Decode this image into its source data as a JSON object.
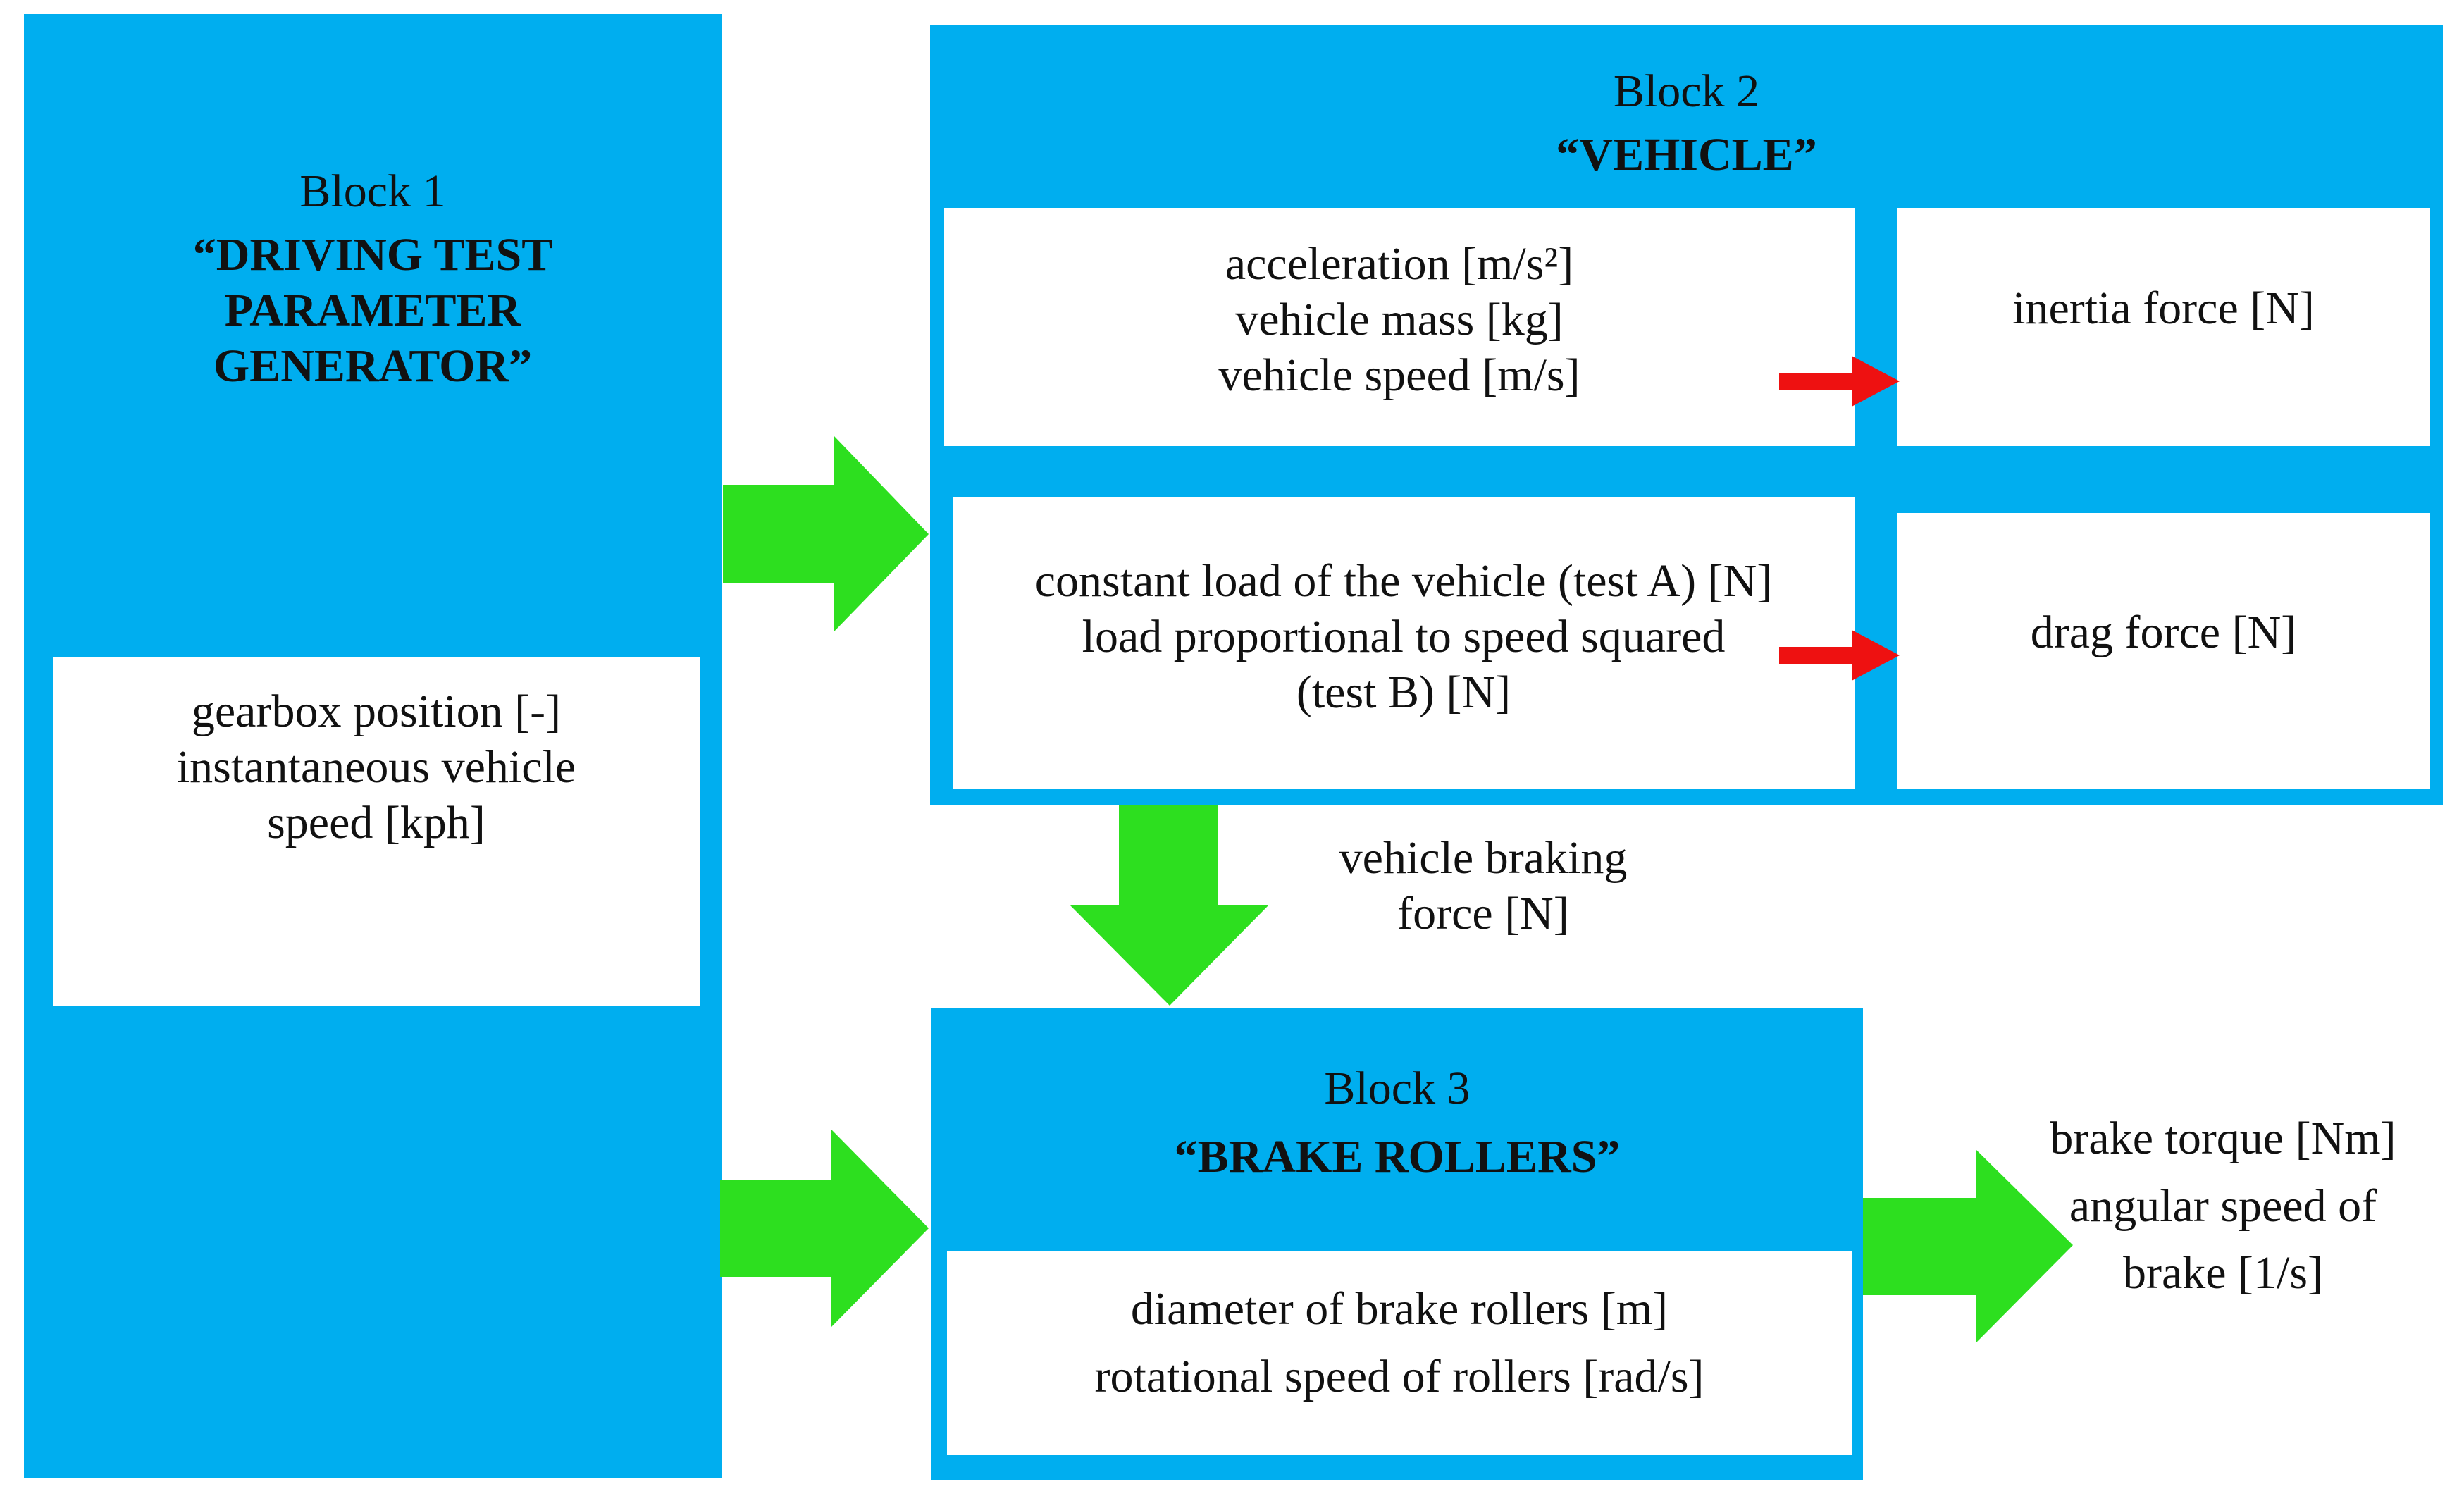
{
  "colors": {
    "block_fill": "#00aeef",
    "inner_fill": "#ffffff",
    "flow_arrow": "#2ddf1f",
    "internal_arrow": "#ee1111"
  },
  "block1": {
    "number": "Block 1",
    "title_lines": [
      "“DRIVING TEST",
      "PARAMETER",
      "GENERATOR”"
    ],
    "inputs": [
      "gearbox position [-]",
      "instantaneous vehicle",
      "speed [kph]"
    ]
  },
  "block2": {
    "number": "Block 2",
    "title": "“VEHICLE”",
    "inertia_inputs": [
      "acceleration [m/s²]",
      "vehicle mass [kg]",
      "vehicle speed [m/s]"
    ],
    "inertia_output": "inertia force [N]",
    "drag_inputs": [
      "constant load of the vehicle (test A) [N]",
      "load proportional to speed squared",
      "(test B) [N]"
    ],
    "drag_output": "drag force [N]"
  },
  "braking_force_label": [
    "vehicle braking",
    "force [N]"
  ],
  "block3": {
    "number": "Block 3",
    "title": "“BRAKE ROLLERS”",
    "inputs": [
      "diameter of brake rollers [m]",
      "rotational speed of rollers [rad/s]"
    ]
  },
  "outputs": [
    "brake torque [Nm]",
    "angular speed of",
    "brake [1/s]"
  ]
}
